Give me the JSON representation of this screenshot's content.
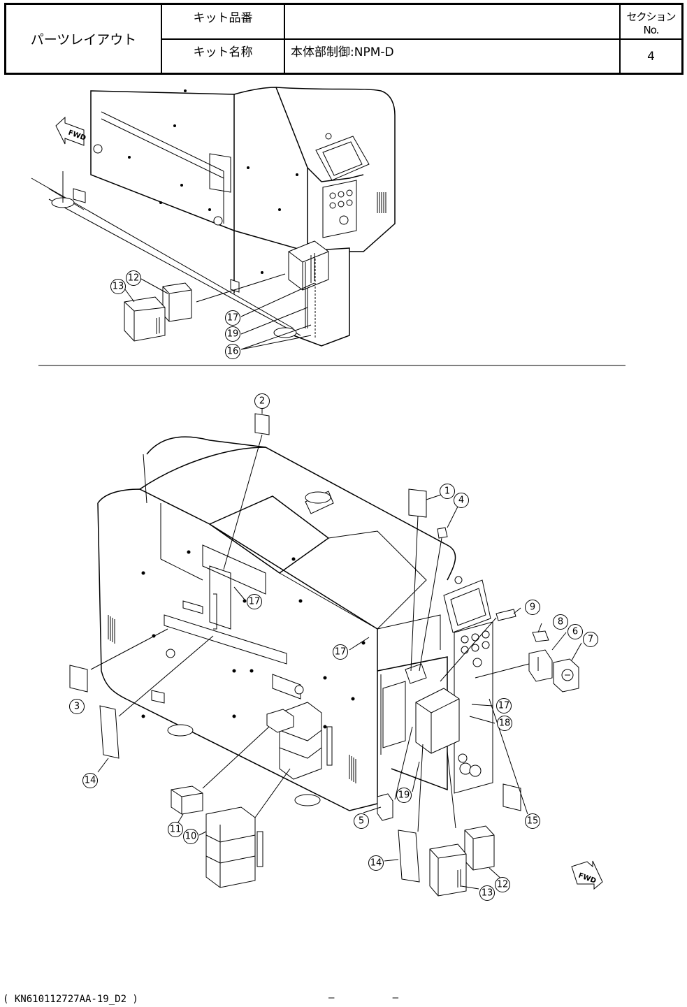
{
  "header": {
    "title": "パーツレイアウト",
    "kit_number_label": "キット品番",
    "kit_number_value": "",
    "section_label": "セクションNo.",
    "kit_name_label": "キット名称",
    "kit_name_value": "本体部制御:NPM-D",
    "section_value": "4"
  },
  "top_view": {
    "callouts": [
      "12",
      "13",
      "17",
      "19",
      "16"
    ],
    "direction_label": "FWD"
  },
  "bottom_view": {
    "callouts": [
      "2",
      "1",
      "4",
      "9",
      "8",
      "6",
      "7",
      "17",
      "17",
      "17",
      "18",
      "3",
      "14",
      "15",
      "19",
      "5",
      "11",
      "10",
      "14",
      "12",
      "13"
    ],
    "direction_label": "FWD"
  },
  "footer": {
    "document_code": "( KN610112727AA-19_D2 )",
    "page_left": "–",
    "page_right": "–"
  }
}
